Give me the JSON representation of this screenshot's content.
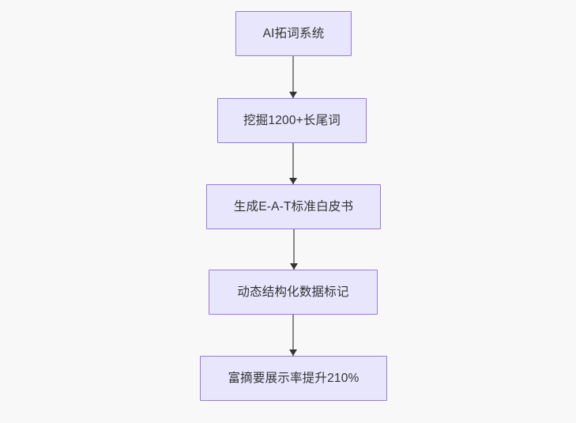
{
  "diagram": {
    "type": "flowchart",
    "direction": "top-to-bottom",
    "background_color": "#f8f8f8",
    "node_fill_color": "#e8e6fd",
    "node_border_color": "#9a79d8",
    "node_text_color": "#333333",
    "edge_line_color": "#86888a",
    "edge_arrow_color": "#333333",
    "nodes": [
      {
        "id": "node-1",
        "label": "AI拓词系统"
      },
      {
        "id": "node-2",
        "label": "挖掘1200+长尾词"
      },
      {
        "id": "node-3",
        "label": "生成E-A-T标准白皮书"
      },
      {
        "id": "node-4",
        "label": "动态结构化数据标记"
      },
      {
        "id": "node-5",
        "label": "富摘要展示率提升210%"
      }
    ],
    "edges": [
      {
        "id": "edge-1",
        "from": "node-1",
        "to": "node-2",
        "arrow": "arrow-down-icon"
      },
      {
        "id": "edge-2",
        "from": "node-2",
        "to": "node-3",
        "arrow": "arrow-down-icon"
      },
      {
        "id": "edge-3",
        "from": "node-3",
        "to": "node-4",
        "arrow": "arrow-down-icon"
      },
      {
        "id": "edge-4",
        "from": "node-4",
        "to": "node-5",
        "arrow": "arrow-down-icon"
      }
    ]
  }
}
